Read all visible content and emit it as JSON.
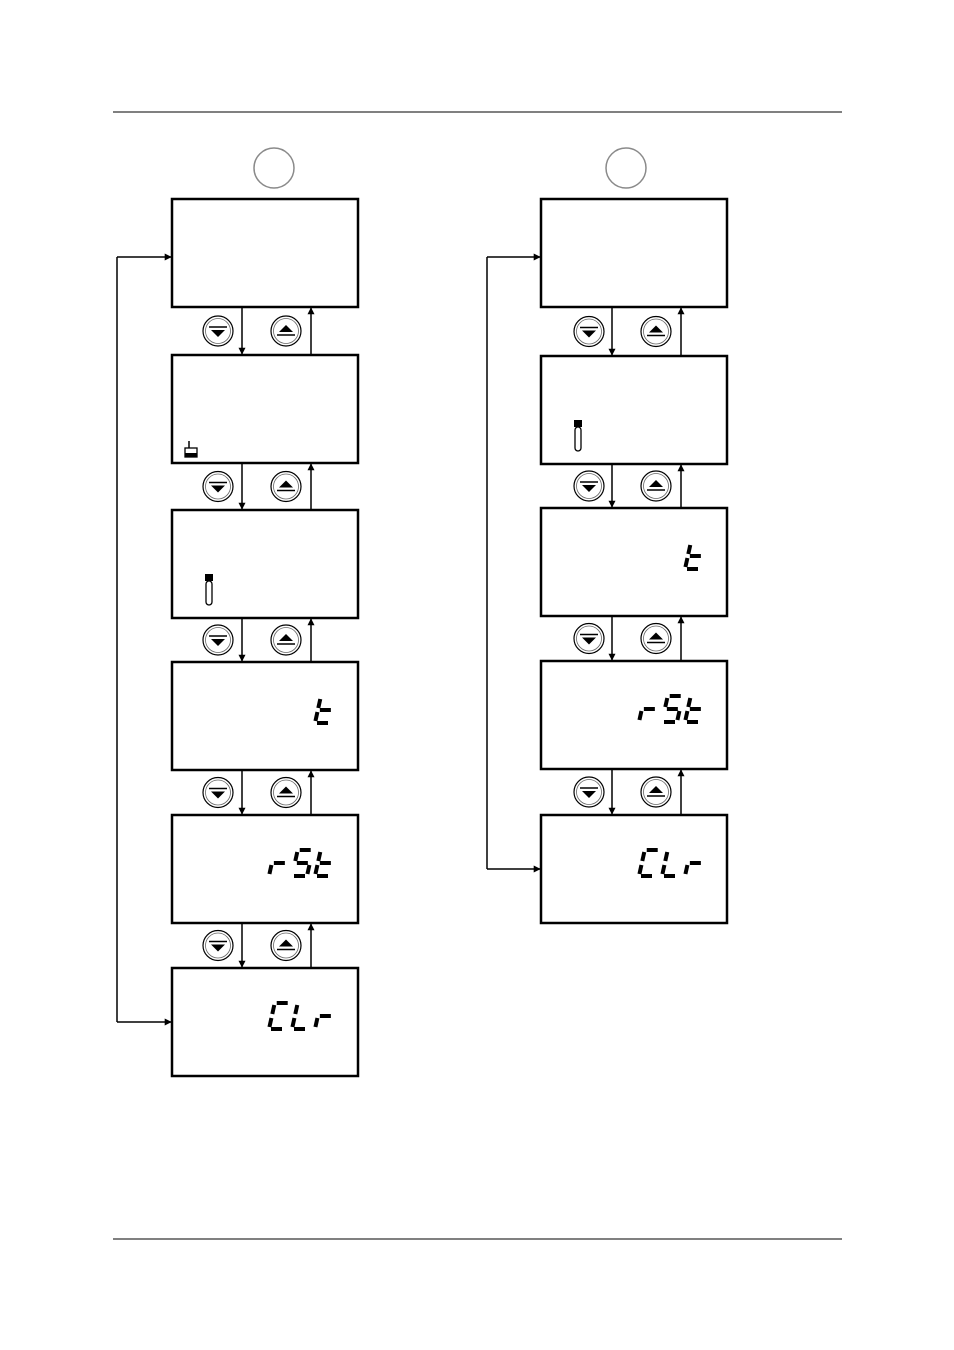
{
  "colors": {
    "stroke": "#000000",
    "background": "#ffffff",
    "badge_stroke": "#8a8a8a"
  },
  "legend": {
    "icons": [
      "down-key-icon",
      "up-key-icon"
    ]
  },
  "columns": [
    {
      "screens": [
        {
          "text": "",
          "icon": ""
        },
        {
          "text": "",
          "icon": "beaker-icon"
        },
        {
          "text": "",
          "icon": "probe-icon"
        },
        {
          "text": "t",
          "icon": ""
        },
        {
          "text": "rSt",
          "icon": ""
        },
        {
          "text": "CLr",
          "icon": ""
        }
      ]
    },
    {
      "screens": [
        {
          "text": "",
          "icon": ""
        },
        {
          "text": "",
          "icon": "probe-icon"
        },
        {
          "text": "t",
          "icon": ""
        },
        {
          "text": "rSt",
          "icon": ""
        },
        {
          "text": "CLr",
          "icon": ""
        }
      ]
    }
  ]
}
